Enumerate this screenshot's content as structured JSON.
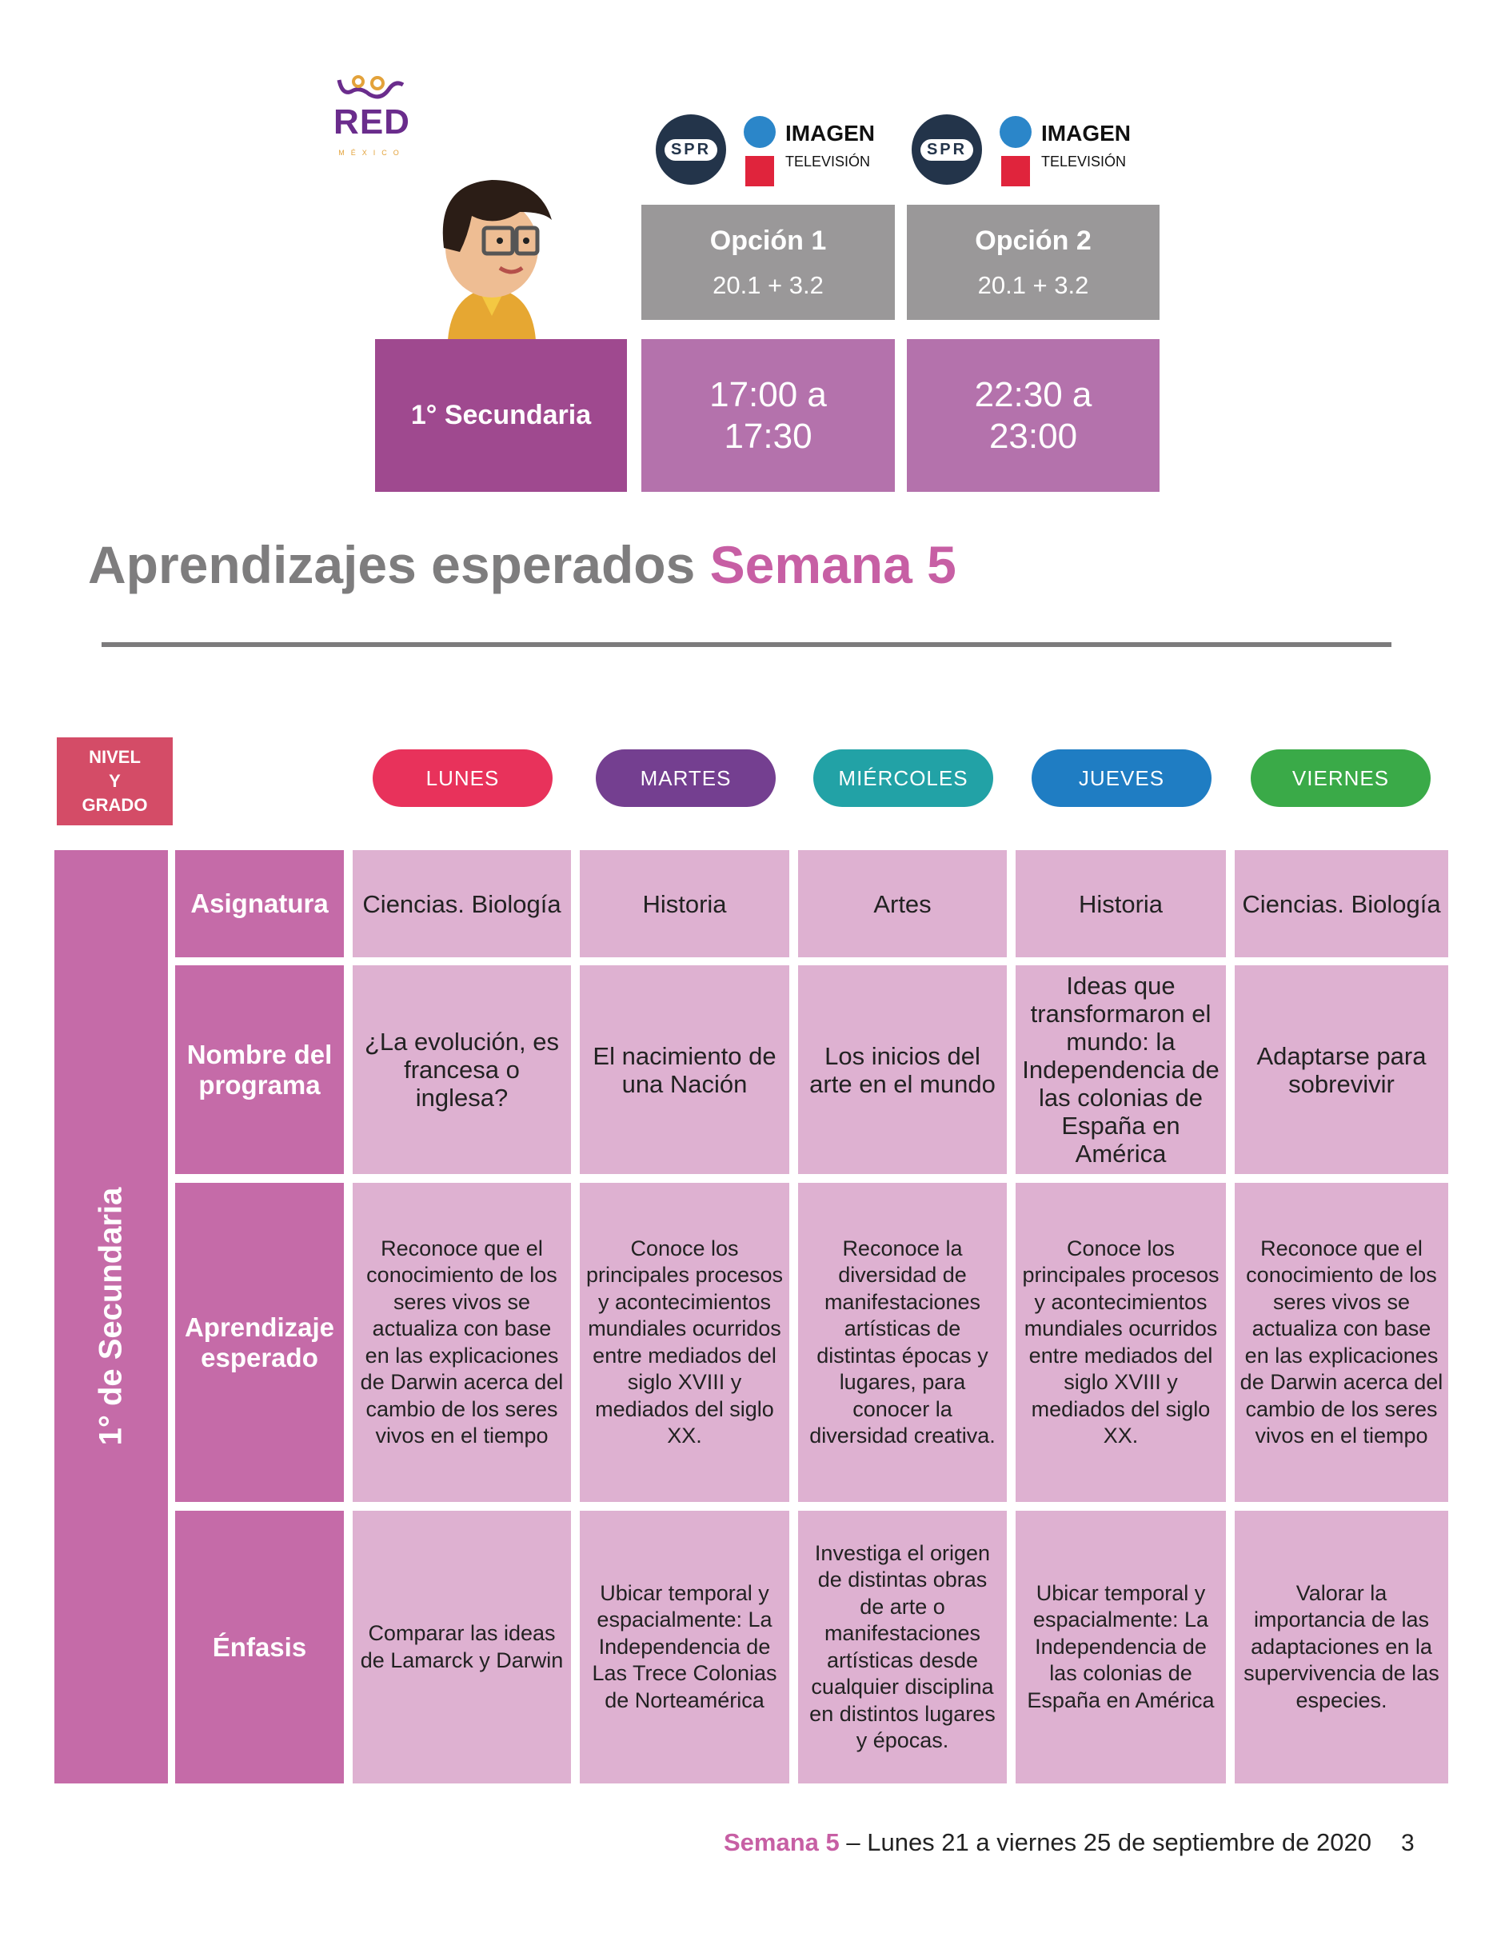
{
  "logos": {
    "red": "RED",
    "red_sub": "MÉXICO",
    "spr": "SPR",
    "imagen": "IMAGEN",
    "television": "TELEVISIÓN"
  },
  "schedule": {
    "grade": "1° Secundaria",
    "options": [
      {
        "label": "Opción 1",
        "channels": "20.1  +  3.2",
        "time_start": "17:00 a",
        "time_end": "17:30"
      },
      {
        "label": "Opción 2",
        "channels": "20.1  +  3.2",
        "time_start": "22:30 a",
        "time_end": "23:00"
      }
    ]
  },
  "title": {
    "main": "Aprendizajes esperados ",
    "highlight": "Semana 5"
  },
  "nivel": {
    "l1": "NIVEL",
    "l2": "Y",
    "l3": "GRADO"
  },
  "days": [
    {
      "label": "LUNES",
      "color": "#e8325b"
    },
    {
      "label": "MARTES",
      "color": "#743f90"
    },
    {
      "label": "MIÉRCOLES",
      "color": "#22a2a6"
    },
    {
      "label": "JUEVES",
      "color": "#1f7dc3"
    },
    {
      "label": "VIERNES",
      "color": "#3aaa48"
    }
  ],
  "table": {
    "level": "1° de Secundaria",
    "row_labels": [
      "Asignatura",
      "Nombre del programa",
      "Aprendizaje esperado",
      "Énfasis"
    ],
    "subjects": [
      "Ciencias. Biología",
      "Historia",
      "Artes",
      "Historia",
      "Ciencias. Biología"
    ],
    "programs": [
      "¿La evolución, es francesa o inglesa?",
      "El nacimiento de una Nación",
      "Los inicios del arte en el mundo",
      "Ideas que transformaron el mundo: la Independencia de las colonias de España en América",
      "Adaptarse para sobrevivir"
    ],
    "learnings": [
      "Reconoce que el conocimiento de los seres vivos se actualiza con base en las explicaciones de Darwin acerca del cambio de los seres vivos en el tiempo",
      "Conoce los principales procesos y acontecimientos mundiales ocurridos entre mediados del siglo XVIII y mediados del siglo XX.",
      "Reconoce la diversidad de manifestaciones artísticas de distintas épocas y lugares, para conocer la diversidad creativa.",
      "Conoce los principales procesos y acontecimientos mundiales ocurridos entre mediados del siglo XVIII y mediados del siglo XX.",
      "Reconoce que el conocimiento de los seres vivos se actualiza con base en las explicaciones de Darwin acerca del cambio de los seres vivos en el tiempo"
    ],
    "emphasis": [
      "Comparar las ideas de Lamarck y Darwin",
      "Ubicar temporal y espacialmente: La Independencia de Las Trece Colonias de Norteamérica",
      "Investiga el origen de distintas obras de arte o manifestaciones artísticas desde cualquier disciplina en distintos lugares y épocas.",
      "Ubicar temporal y espacialmente: La Independencia de las colonias de España en América",
      "Valorar la importancia de las adaptaciones en la supervivencia de las especies."
    ]
  },
  "footer": {
    "week": "Semana 5",
    "dates": " – Lunes 21 a viernes 25 de septiembre de 2020",
    "page": "3"
  }
}
